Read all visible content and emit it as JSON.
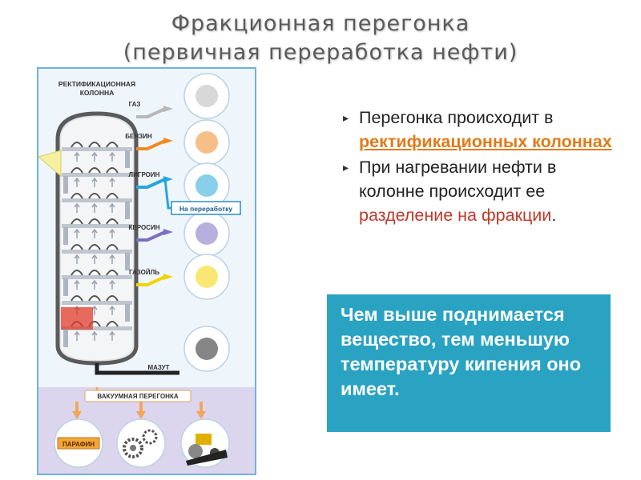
{
  "title": {
    "line1": "Фракционная перегонка",
    "line2": "(первичная переработка нефти)"
  },
  "diagram": {
    "column_label_1": "РЕКТИФИКАЦИОННАЯ",
    "column_label_2": "КОЛОННА",
    "fractions": [
      {
        "label": "ГАЗ",
        "color": "#b8b8b8",
        "icon": "gas-holder-icon"
      },
      {
        "label": "БЕНЗИН",
        "color": "#f08a24",
        "icon": "car-icon"
      },
      {
        "label": "ЛИГРОИН",
        "color": "#27a7d8",
        "icon": "barrel-icon"
      },
      {
        "label": "КЕРОСИН",
        "color": "#7b6fc2",
        "icon": "airplane-icon"
      },
      {
        "label": "ГАЗОЙЛЬ",
        "color": "#f2d400",
        "icon": "excavator-icon"
      },
      {
        "label": "МАЗУТ",
        "color": "#222222",
        "icon": "ship-icon"
      }
    ],
    "na_pererabotku": "На переработку",
    "vacuum_label": "ВАКУУМНАЯ ПЕРЕГОНКА",
    "vacuum_products": [
      {
        "label": "ПАРАФИН",
        "icon": "paraffin-icon"
      },
      {
        "label": "",
        "icon": "gears-icon"
      },
      {
        "label": "",
        "icon": "road-roller-icon"
      }
    ]
  },
  "bullets": {
    "b1_prefix": "Перегонка происходит в ",
    "b1_highlight": "ректификационных колоннах",
    "b2_prefix": "При нагревании нефти в колонне происходит ее ",
    "b2_highlight": "разделение на фракции",
    "b2_suffix": "."
  },
  "callout": {
    "text": "Чем выше поднимается вещество, тем меньшую температуру кипения оно имеет."
  },
  "colors": {
    "teal": "#2aa3c2",
    "orange_highlight": "#e07b1a",
    "red_highlight": "#c0392b",
    "column_frame": "#6fb2dc"
  }
}
